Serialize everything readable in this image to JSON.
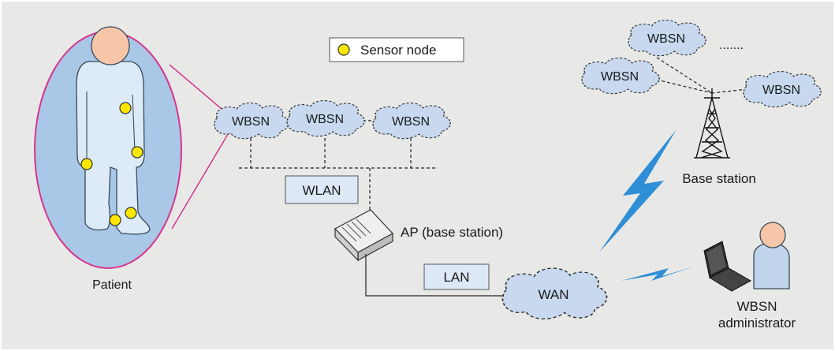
{
  "legend": {
    "label": "Sensor node"
  },
  "patient": {
    "label": "Patient"
  },
  "wbsn_clouds": {
    "left": "WBSN",
    "middle": "WBSN",
    "right": "WBSN",
    "remote_top": "WBSN",
    "remote_left": "WBSN",
    "remote_right": "WBSN"
  },
  "remote_ellipsis": ".......",
  "wlan": {
    "label": "WLAN"
  },
  "access_point": {
    "label": "AP (base station)"
  },
  "lan": {
    "label": "LAN"
  },
  "wan": {
    "label": "WAN"
  },
  "base_station": {
    "label": "Base station"
  },
  "administrator": {
    "line1": "WBSN",
    "line2": "administrator"
  },
  "colors": {
    "background": "#e8e9e7",
    "body_oval": "#a9c7e6",
    "oval_stroke": "#d8358f",
    "suit": "#dcebf7",
    "skin": "#f7c6a8",
    "sensor": "#ffe600",
    "cloud": "#c7d8ef",
    "box": "#dce8f5",
    "lightning": "#2f8fd6"
  }
}
